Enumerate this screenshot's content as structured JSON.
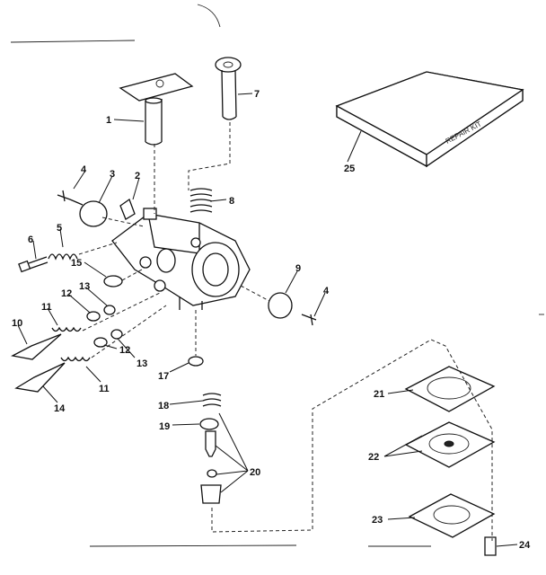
{
  "diagram": {
    "repair_kit_text": "REPAIR KIT",
    "callouts": [
      {
        "id": "c1",
        "text": "1"
      },
      {
        "id": "c2",
        "text": "2"
      },
      {
        "id": "c3",
        "text": "3"
      },
      {
        "id": "c4a",
        "text": "4"
      },
      {
        "id": "c4b",
        "text": "4"
      },
      {
        "id": "c5",
        "text": "5"
      },
      {
        "id": "c6",
        "text": "6"
      },
      {
        "id": "c7",
        "text": "7"
      },
      {
        "id": "c8",
        "text": "8"
      },
      {
        "id": "c9",
        "text": "9"
      },
      {
        "id": "c10",
        "text": "10"
      },
      {
        "id": "c11a",
        "text": "11"
      },
      {
        "id": "c11b",
        "text": "11"
      },
      {
        "id": "c12a",
        "text": "12"
      },
      {
        "id": "c12b",
        "text": "12"
      },
      {
        "id": "c13a",
        "text": "13"
      },
      {
        "id": "c13b",
        "text": "13"
      },
      {
        "id": "c14",
        "text": "14"
      },
      {
        "id": "c15",
        "text": "15"
      },
      {
        "id": "c17",
        "text": "17"
      },
      {
        "id": "c18",
        "text": "18"
      },
      {
        "id": "c19",
        "text": "19"
      },
      {
        "id": "c20",
        "text": "20"
      },
      {
        "id": "c21",
        "text": "21"
      },
      {
        "id": "c22",
        "text": "22"
      },
      {
        "id": "c23",
        "text": "23"
      },
      {
        "id": "c24",
        "text": "24"
      },
      {
        "id": "c25",
        "text": "25"
      }
    ]
  }
}
